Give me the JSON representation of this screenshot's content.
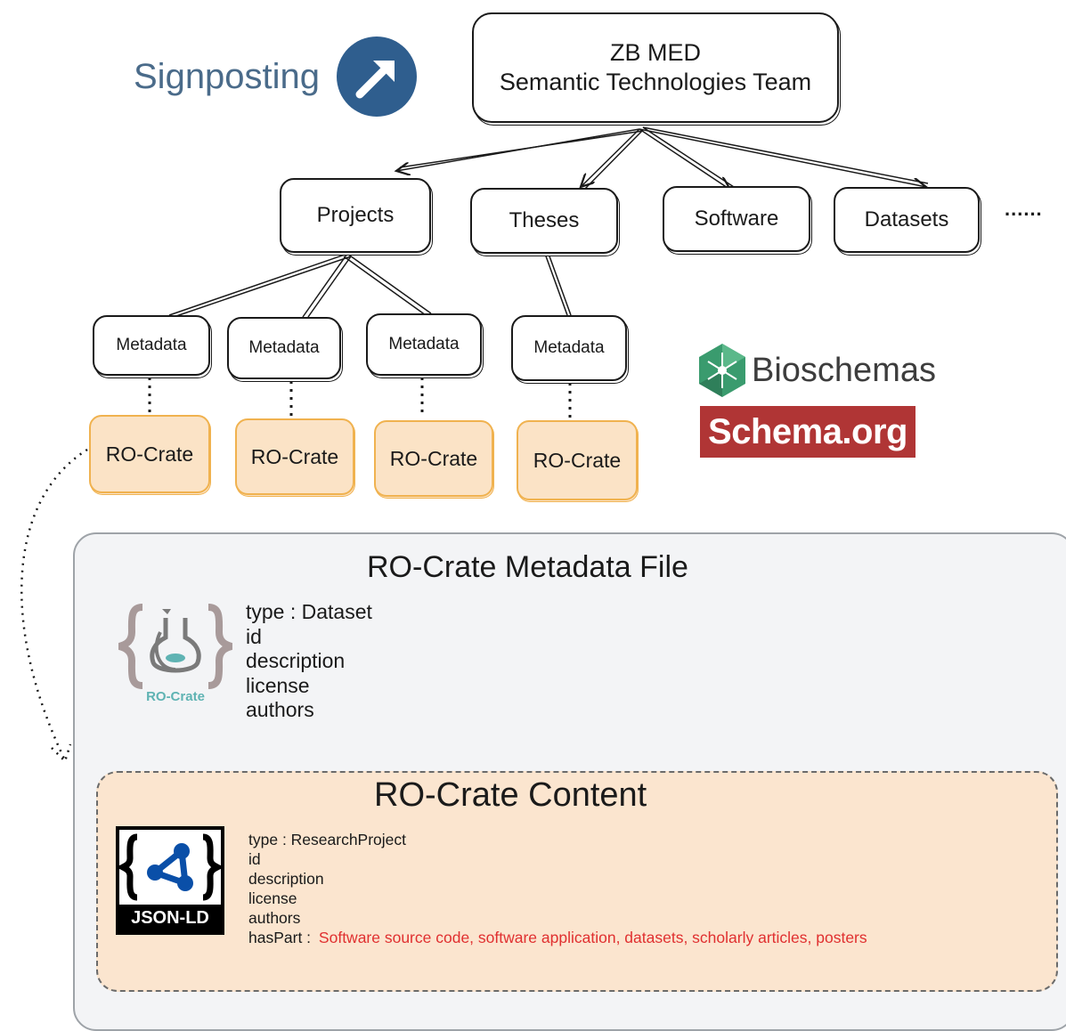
{
  "signposting": {
    "label": "Signposting",
    "icon": "arrow-up-right-icon",
    "icon_color": "#2f5e8e"
  },
  "root": {
    "line1": "ZB MED",
    "line2": "Semantic Technologies Team"
  },
  "categories": [
    {
      "label": "Projects"
    },
    {
      "label": "Theses"
    },
    {
      "label": "Software"
    },
    {
      "label": "Datasets"
    }
  ],
  "ellipsis": "......",
  "metadata_boxes": [
    {
      "label": "Metadata"
    },
    {
      "label": "Metadata"
    },
    {
      "label": "Metadata"
    },
    {
      "label": "Metadata"
    }
  ],
  "crate_boxes": [
    {
      "label": "RO-Crate"
    },
    {
      "label": "RO-Crate"
    },
    {
      "label": "RO-Crate"
    },
    {
      "label": "RO-Crate"
    }
  ],
  "bioschemas": {
    "label": "Bioschemas",
    "icon": "bioschemas-logo-icon",
    "color": "#3a9b6e"
  },
  "schema_org": {
    "label": "Schema.org",
    "bg_color": "#b03535"
  },
  "metadata_file": {
    "title": "RO-Crate Metadata File",
    "logo_label": "RO-Crate",
    "properties": [
      "type : Dataset",
      "id",
      "description",
      "license",
      "authors"
    ]
  },
  "content": {
    "title": "RO-Crate Content",
    "logo_label": "JSON-LD",
    "properties": [
      "type : ResearchProject",
      "id",
      "description",
      "license",
      "authors"
    ],
    "haspart_label": "hasPart :",
    "haspart_value": "Software source code, software application, datasets, scholarly articles, posters",
    "haspart_color": "#e03030"
  }
}
